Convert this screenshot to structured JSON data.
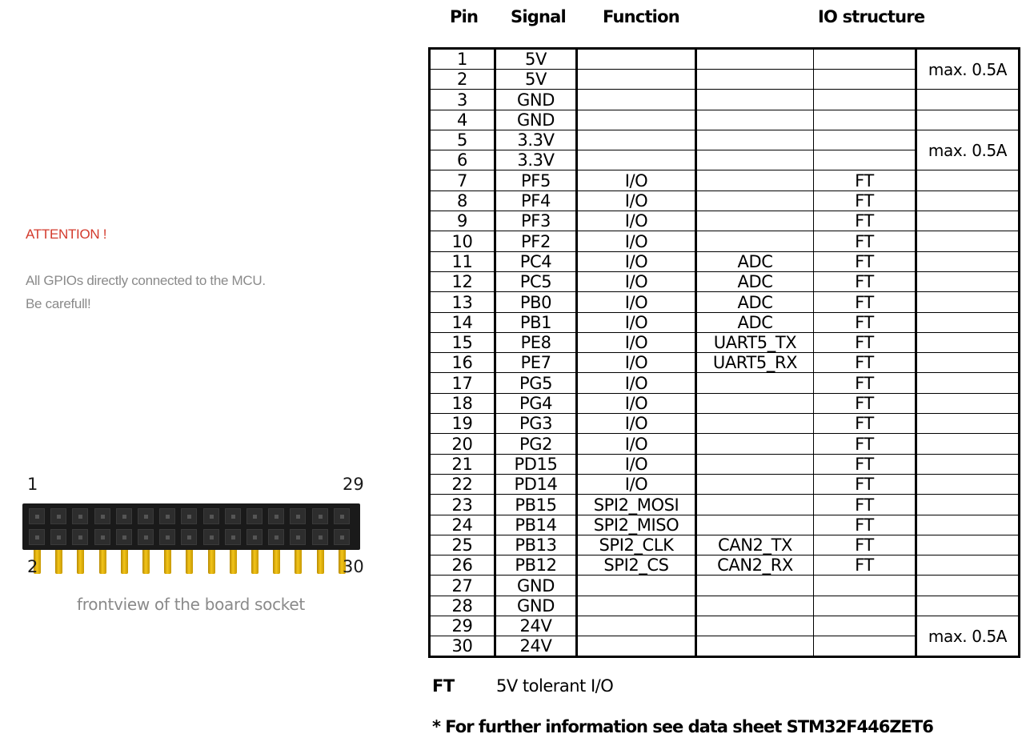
{
  "warning": {
    "title": "ATTENTION !",
    "line1": "All GPIOs directly connected to the MCU.",
    "line2": "Be carefull!"
  },
  "connector": {
    "label_top_left": "1",
    "label_top_right": "29",
    "label_bottom_left": "2",
    "label_bottom_right": "30",
    "caption": "frontview of the board socket"
  },
  "headers": {
    "pin": "Pin",
    "signal": "Signal",
    "function": "Function",
    "io": "IO structure"
  },
  "rows": [
    {
      "pin": "1",
      "signal": "5V",
      "function": "",
      "alt": "",
      "io": ""
    },
    {
      "pin": "2",
      "signal": "5V",
      "function": "",
      "alt": "",
      "io": ""
    },
    {
      "pin": "3",
      "signal": "GND",
      "function": "",
      "alt": "",
      "io": ""
    },
    {
      "pin": "4",
      "signal": "GND",
      "function": "",
      "alt": "",
      "io": ""
    },
    {
      "pin": "5",
      "signal": "3.3V",
      "function": "",
      "alt": "",
      "io": ""
    },
    {
      "pin": "6",
      "signal": "3.3V",
      "function": "",
      "alt": "",
      "io": ""
    },
    {
      "pin": "7",
      "signal": "PF5",
      "function": "I/O",
      "alt": "",
      "io": "FT"
    },
    {
      "pin": "8",
      "signal": "PF4",
      "function": "I/O",
      "alt": "",
      "io": "FT"
    },
    {
      "pin": "9",
      "signal": "PF3",
      "function": "I/O",
      "alt": "",
      "io": "FT"
    },
    {
      "pin": "10",
      "signal": "PF2",
      "function": "I/O",
      "alt": "",
      "io": "FT"
    },
    {
      "pin": "11",
      "signal": "PC4",
      "function": "I/O",
      "alt": "ADC",
      "io": "FT"
    },
    {
      "pin": "12",
      "signal": "PC5",
      "function": "I/O",
      "alt": "ADC",
      "io": "FT"
    },
    {
      "pin": "13",
      "signal": "PB0",
      "function": "I/O",
      "alt": "ADC",
      "io": "FT"
    },
    {
      "pin": "14",
      "signal": "PB1",
      "function": "I/O",
      "alt": "ADC",
      "io": "FT"
    },
    {
      "pin": "15",
      "signal": "PE8",
      "function": "I/O",
      "alt": "UART5_TX",
      "io": "FT"
    },
    {
      "pin": "16",
      "signal": "PE7",
      "function": "I/O",
      "alt": "UART5_RX",
      "io": "FT"
    },
    {
      "pin": "17",
      "signal": "PG5",
      "function": "I/O",
      "alt": "",
      "io": "FT"
    },
    {
      "pin": "18",
      "signal": "PG4",
      "function": "I/O",
      "alt": "",
      "io": "FT"
    },
    {
      "pin": "19",
      "signal": "PG3",
      "function": "I/O",
      "alt": "",
      "io": "FT"
    },
    {
      "pin": "20",
      "signal": "PG2",
      "function": "I/O",
      "alt": "",
      "io": "FT"
    },
    {
      "pin": "21",
      "signal": "PD15",
      "function": "I/O",
      "alt": "",
      "io": "FT"
    },
    {
      "pin": "22",
      "signal": "PD14",
      "function": "I/O",
      "alt": "",
      "io": "FT"
    },
    {
      "pin": "23",
      "signal": "PB15",
      "function": "SPI2_MOSI",
      "alt": "",
      "io": "FT"
    },
    {
      "pin": "24",
      "signal": "PB14",
      "function": "SPI2_MISO",
      "alt": "",
      "io": "FT"
    },
    {
      "pin": "25",
      "signal": "PB13",
      "function": "SPI2_CLK",
      "alt": "CAN2_TX",
      "io": "FT"
    },
    {
      "pin": "26",
      "signal": "PB12",
      "function": "SPI2_CS",
      "alt": "CAN2_RX",
      "io": "FT"
    },
    {
      "pin": "27",
      "signal": "GND",
      "function": "",
      "alt": "",
      "io": ""
    },
    {
      "pin": "28",
      "signal": "GND",
      "function": "",
      "alt": "",
      "io": ""
    },
    {
      "pin": "29",
      "signal": "24V",
      "function": "",
      "alt": "",
      "io": ""
    },
    {
      "pin": "30",
      "signal": "24V",
      "function": "",
      "alt": "",
      "io": ""
    }
  ],
  "notes": {
    "max_5v": "max. 0.5A",
    "max_33v": "max. 0.5A",
    "max_24v": "max. 0.5A"
  },
  "legend": {
    "key": "FT",
    "value": "5V tolerant I/O"
  },
  "footnote": "* For further information see data sheet STM32F446ZET6"
}
